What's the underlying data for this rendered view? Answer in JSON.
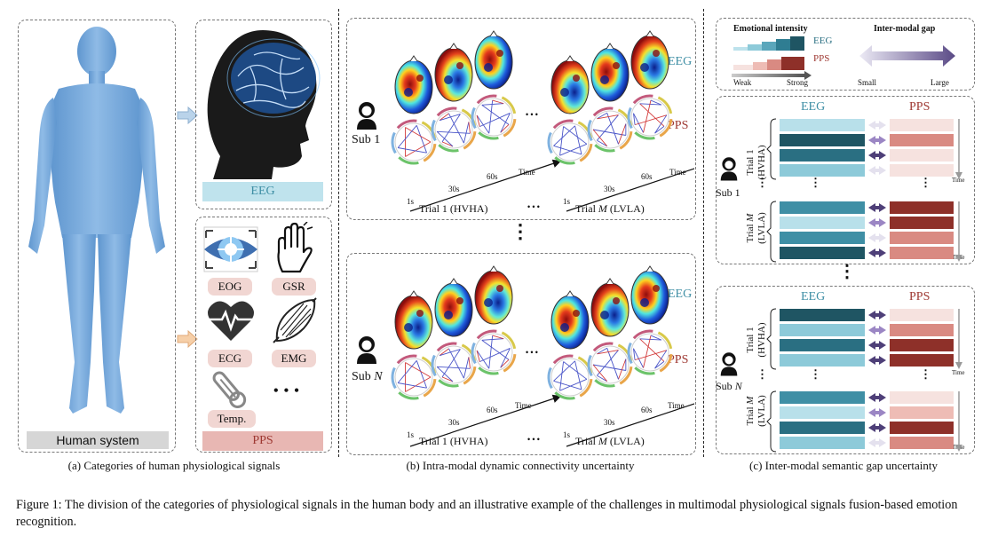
{
  "panel_a": {
    "human_label": "Human system",
    "eeg_label": "EEG",
    "pps_label": "PPS",
    "signals": [
      "EOG",
      "GSR",
      "ECG",
      "EMG",
      "Temp."
    ],
    "more": "• • •",
    "caption": "(a) Categories of human physiological signals"
  },
  "panel_b": {
    "sub1": "Sub 1",
    "subN_prefix": "Sub ",
    "subN_var": "N",
    "eeg_tag": "EEG",
    "pps_tag": "PPS",
    "time_label": "Time",
    "ticks": [
      "1s",
      "30s",
      "60s"
    ],
    "trial1": "Trial 1 (HVHA)",
    "trialM_prefix": "Trial ",
    "trialM_var": "M",
    "trialM_suffix": " (LVLA)",
    "dots": "• • •",
    "vdots": "⋮",
    "caption": "(b) Intra-modal dynamic connectivity uncertainty"
  },
  "panel_c": {
    "legend": {
      "intensity_title": "Emotional intensity",
      "eeg": "EEG",
      "pps": "PPS",
      "weak": "Weak",
      "strong": "Strong",
      "gap_title": "Inter-modal gap",
      "small": "Small",
      "large": "Large"
    },
    "eeg_head": "EEG",
    "pps_head": "PPS",
    "trial1": "Trial 1",
    "hvha": "(HVHA)",
    "trialM_prefix": "Trial ",
    "trialM_var": "M",
    "lvla": "(LVLA)",
    "time": "Time",
    "sub1": "Sub 1",
    "subN_prefix": "Sub ",
    "subN_var": "N",
    "vdots": "⋮",
    "caption": "(c) Inter-modal semantic gap uncertainty"
  },
  "figure_caption": "Figure 1: The division of the categories of physiological signals in the human body and an illustrative example of the challenges in multimodal physiological signals fusion-based emotion recognition.",
  "colors": {
    "eeg_levels": [
      "#b8e0ea",
      "#8dcad9",
      "#3f8fa5",
      "#2a6f82",
      "#1f5563"
    ],
    "pps_levels": [
      "#f6e2df",
      "#eebcb5",
      "#d98a82",
      "#b7524a",
      "#8e3029"
    ],
    "body_blue": "#6ea3d6",
    "eeg_bar": "#bde2ec",
    "pps_bar": "#e7b9b5"
  }
}
